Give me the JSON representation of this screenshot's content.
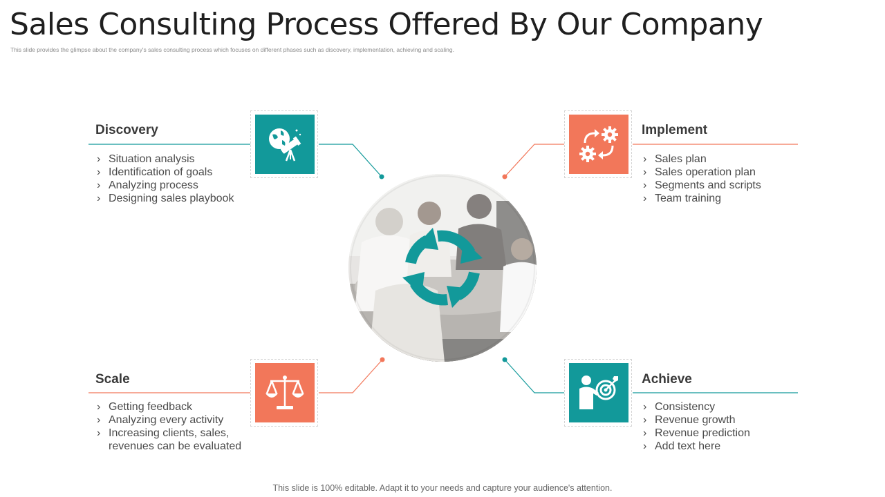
{
  "page": {
    "title": "Sales Consulting Process Offered By Our Company",
    "subtitle": "This slide provides the glimpse about the company's sales consulting process which focuses on different phases such as discovery, implementation, achieving and scaling.",
    "footer": "This slide is 100% editable. Adapt it to your needs and capture your audience's attention."
  },
  "colors": {
    "teal": "#12999a",
    "coral": "#f2775a"
  },
  "center": {
    "image": "team-meeting-photo",
    "icon": "cycle-arrows-icon"
  },
  "phases": {
    "discovery": {
      "title": "Discovery",
      "icon": "telescope-globe-icon",
      "color": "teal",
      "items": [
        "Situation analysis",
        "Identification  of goals",
        "Analyzing process",
        "Designing sales playbook"
      ]
    },
    "implement": {
      "title": "Implement",
      "icon": "gears-arrows-icon",
      "color": "coral",
      "items": [
        "Sales plan",
        "Sales operation plan",
        "Segments and scripts",
        "Team training"
      ]
    },
    "scale": {
      "title": "Scale",
      "icon": "balance-scale-icon",
      "color": "coral",
      "items": [
        "Getting feedback",
        "Analyzing every activity",
        "Increasing clients, sales, revenues can be evaluated"
      ]
    },
    "achieve": {
      "title": "Achieve",
      "icon": "person-target-icon",
      "color": "teal",
      "items": [
        "Consistency",
        "Revenue  growth",
        "Revenue  prediction",
        "Add text here"
      ]
    }
  }
}
